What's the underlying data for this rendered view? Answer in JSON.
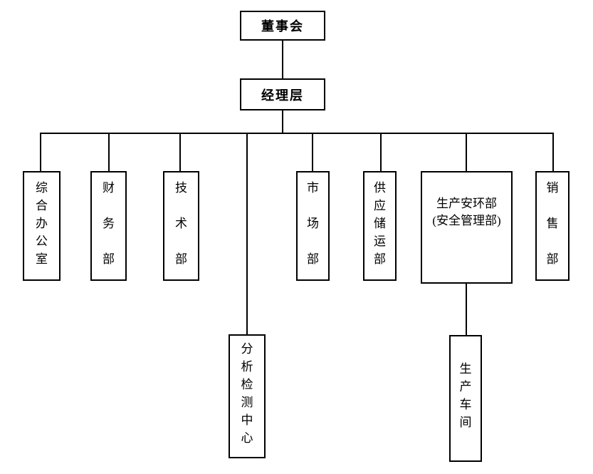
{
  "colors": {
    "background": "#ffffff",
    "line": "#000000",
    "box_border": "#000000",
    "text": "#000000"
  },
  "diagram": {
    "type": "org-chart",
    "nodes": [
      {
        "id": "board",
        "label": "董事会",
        "level": 1,
        "orientation": "horizontal"
      },
      {
        "id": "management",
        "label": "经理层",
        "level": 2,
        "orientation": "horizontal"
      },
      {
        "id": "general_office",
        "label": "综合办公室",
        "level": 3,
        "orientation": "vertical"
      },
      {
        "id": "finance",
        "label": "财务部",
        "level": 3,
        "orientation": "vertical"
      },
      {
        "id": "technical",
        "label": "技术部",
        "level": 3,
        "orientation": "vertical"
      },
      {
        "id": "market",
        "label": "市场部",
        "level": 3,
        "orientation": "vertical"
      },
      {
        "id": "supply",
        "label": "供应储运部",
        "level": 3,
        "orientation": "vertical"
      },
      {
        "id": "safety",
        "label": "生产安环部",
        "sublabel": "(安全管理部)",
        "level": 3,
        "orientation": "horizontal"
      },
      {
        "id": "sales",
        "label": "销售部",
        "level": 3,
        "orientation": "vertical"
      },
      {
        "id": "analysis_center",
        "label": "分析检测中心",
        "level": 3,
        "orientation": "vertical"
      },
      {
        "id": "workshop",
        "label": "生产车间",
        "level": 4,
        "orientation": "vertical"
      }
    ],
    "edges": [
      [
        "board",
        "management"
      ],
      [
        "management",
        "general_office"
      ],
      [
        "management",
        "finance"
      ],
      [
        "management",
        "technical"
      ],
      [
        "management",
        "analysis_center"
      ],
      [
        "management",
        "market"
      ],
      [
        "management",
        "supply"
      ],
      [
        "management",
        "safety"
      ],
      [
        "management",
        "sales"
      ],
      [
        "safety",
        "workshop"
      ]
    ]
  }
}
